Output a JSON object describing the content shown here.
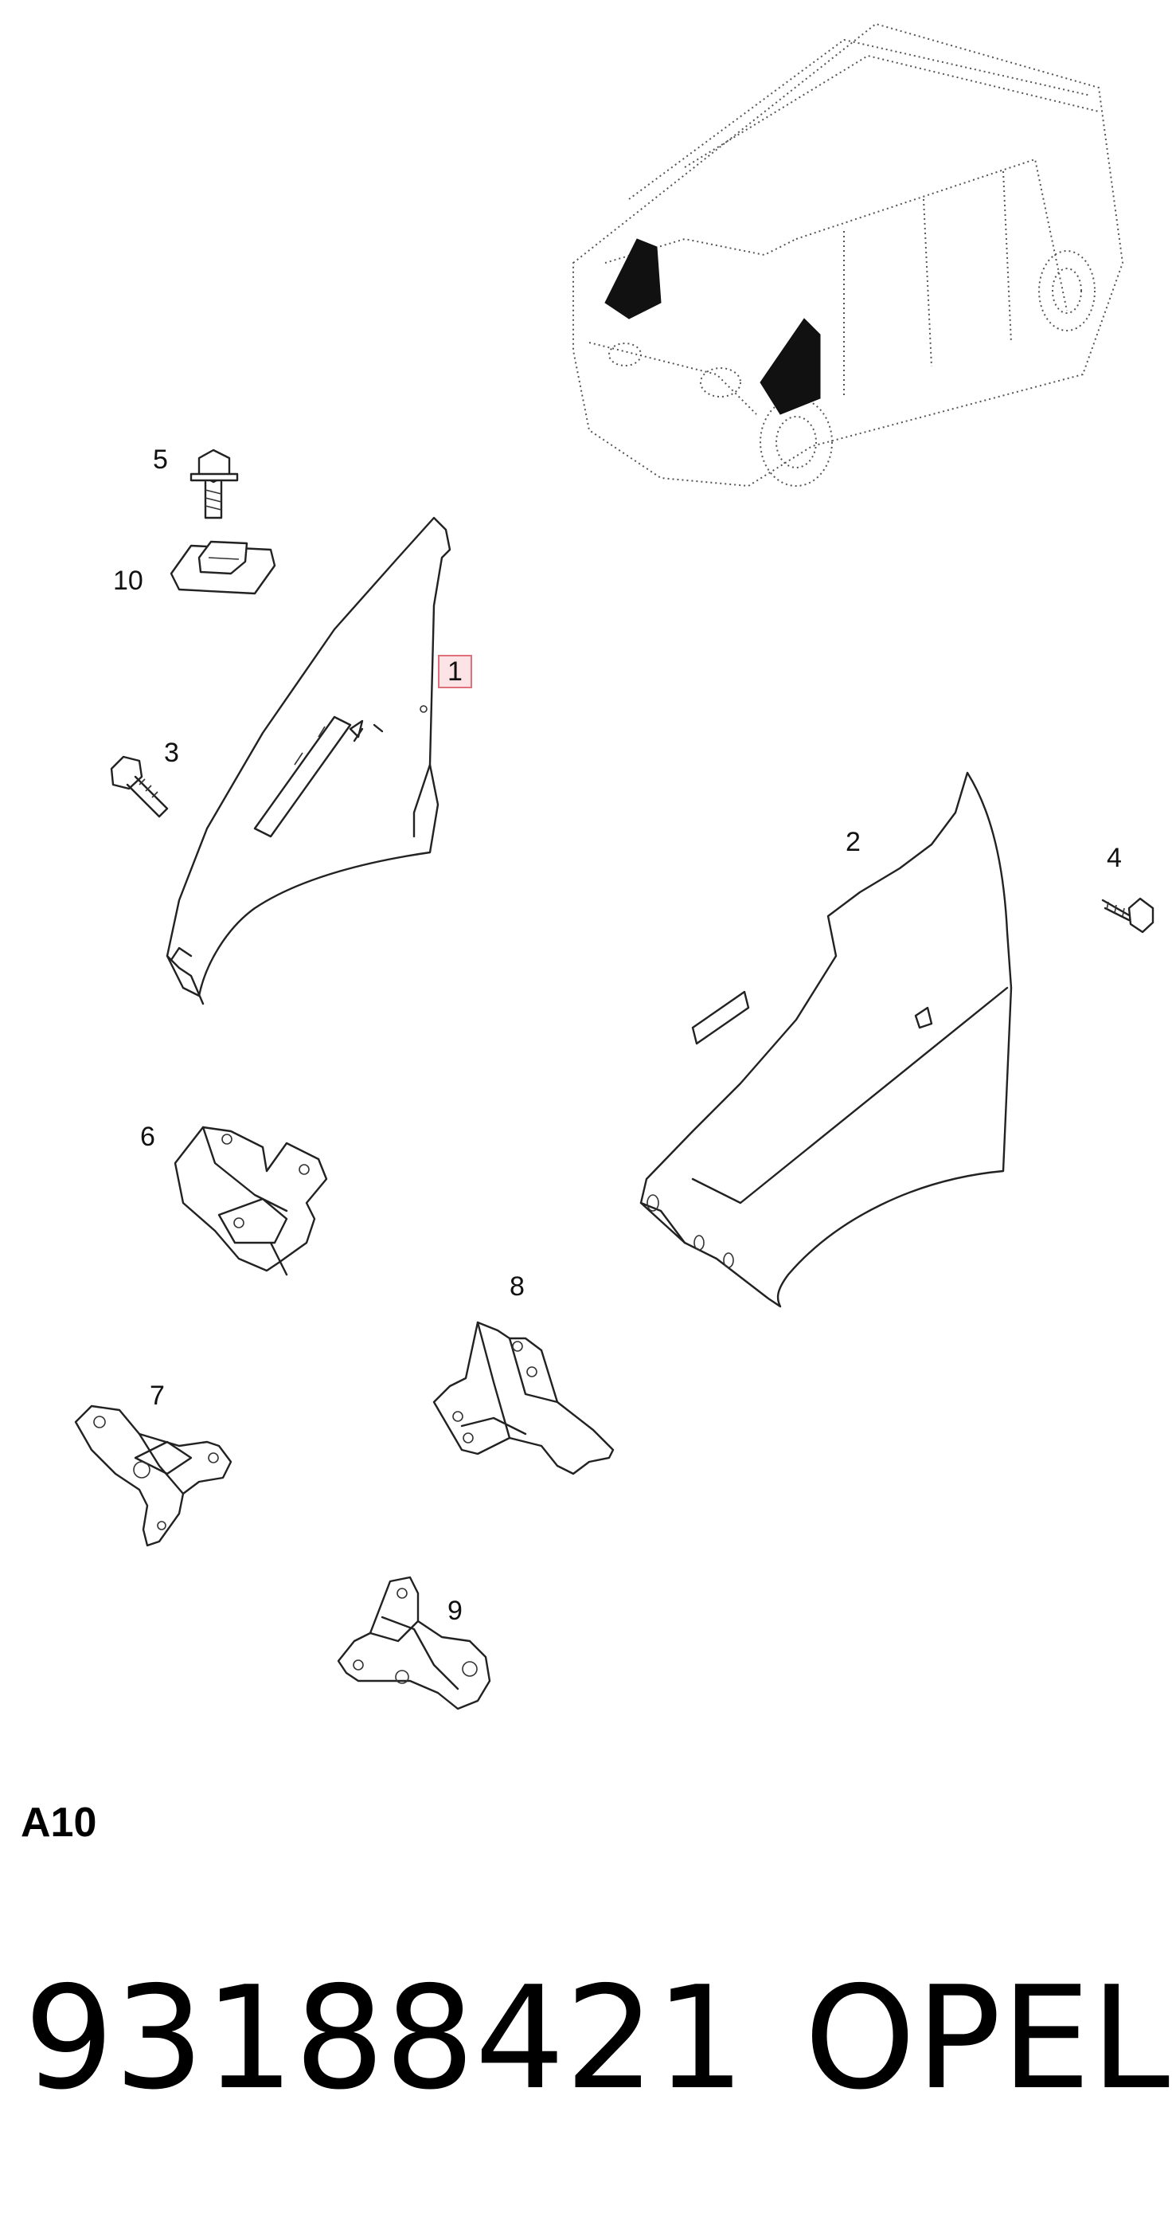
{
  "callouts": {
    "p1": "1",
    "p2": "2",
    "p3": "3",
    "p4": "4",
    "p5": "5",
    "p6": "6",
    "p7": "7",
    "p8": "8",
    "p9": "9",
    "p10": "10"
  },
  "highlighted_callout": "1",
  "highlight_color": "#e0707a",
  "section_code": "A10",
  "part_number": "93188421",
  "brand": "OPEL"
}
